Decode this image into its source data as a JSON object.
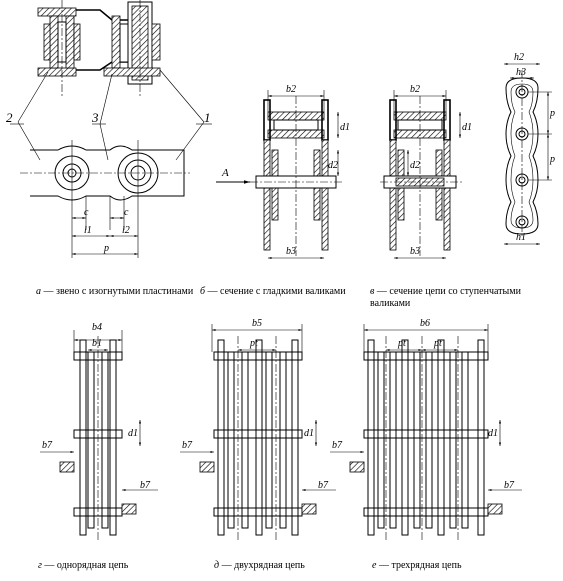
{
  "panels": {
    "a": {
      "letter": "а",
      "caption": " — звено с изогнутыми пластинами",
      "callouts": [
        "2",
        "3",
        "1"
      ],
      "dims": [
        "c",
        "c",
        "l1",
        "l2",
        "p"
      ]
    },
    "b": {
      "letter": "б",
      "caption": " — сечение с гладкими валиками",
      "arrow": "A",
      "dims": [
        "b2",
        "d1",
        "d2",
        "b3"
      ]
    },
    "v": {
      "letter": "в",
      "caption": " — сечение цепи со ступенчатыми валиками",
      "dims": [
        "b2",
        "d1",
        "d2",
        "b3"
      ]
    },
    "plate": {
      "dims": [
        "h2",
        "h3",
        "p",
        "p",
        "h1"
      ]
    },
    "g": {
      "letter": "г",
      "caption": " — однорядная цепь",
      "dims": [
        "b4",
        "b1",
        "d1",
        "b7",
        "b7"
      ]
    },
    "d": {
      "letter": "д",
      "caption": " — двухрядная цепь",
      "dims": [
        "b5",
        "pt",
        "d1",
        "b7",
        "b7"
      ]
    },
    "e": {
      "letter": "е",
      "caption": " — трехрядная цепь",
      "dims": [
        "b6",
        "pt",
        "pt",
        "d1",
        "b7",
        "b7"
      ]
    }
  }
}
